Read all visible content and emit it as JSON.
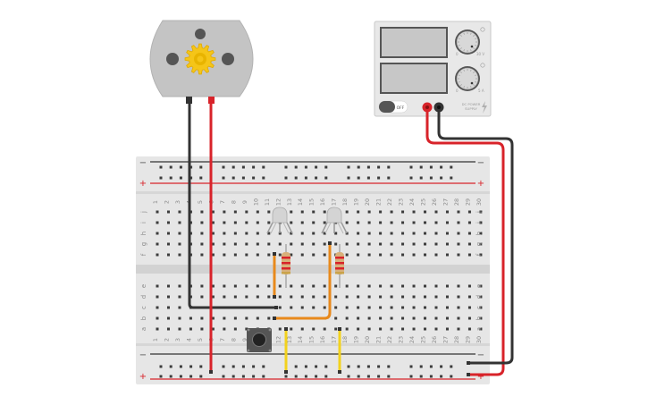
{
  "breadcrumb_none": "",
  "power_supply": {
    "off_label": "OFF",
    "voltage_label": "30 V",
    "current_label": "5 A",
    "brand_line1": "DC POWER",
    "brand_line2": "SUPPLY",
    "dial_min": "0"
  },
  "breadboard": {
    "columns": 30,
    "row_letters_top": [
      "j",
      "i",
      "h",
      "g",
      "f"
    ],
    "row_letters_bottom": [
      "e",
      "d",
      "c",
      "b",
      "a"
    ],
    "rail_plus": "+",
    "rail_minus": "−"
  },
  "colors": {
    "wire_red": "#d8232a",
    "wire_black": "#333333",
    "wire_orange": "#e8891c",
    "wire_yellow": "#f2d21e",
    "motor_body": "#c4c4c4",
    "gear": "#f5c518",
    "board": "#e6e6e6"
  }
}
